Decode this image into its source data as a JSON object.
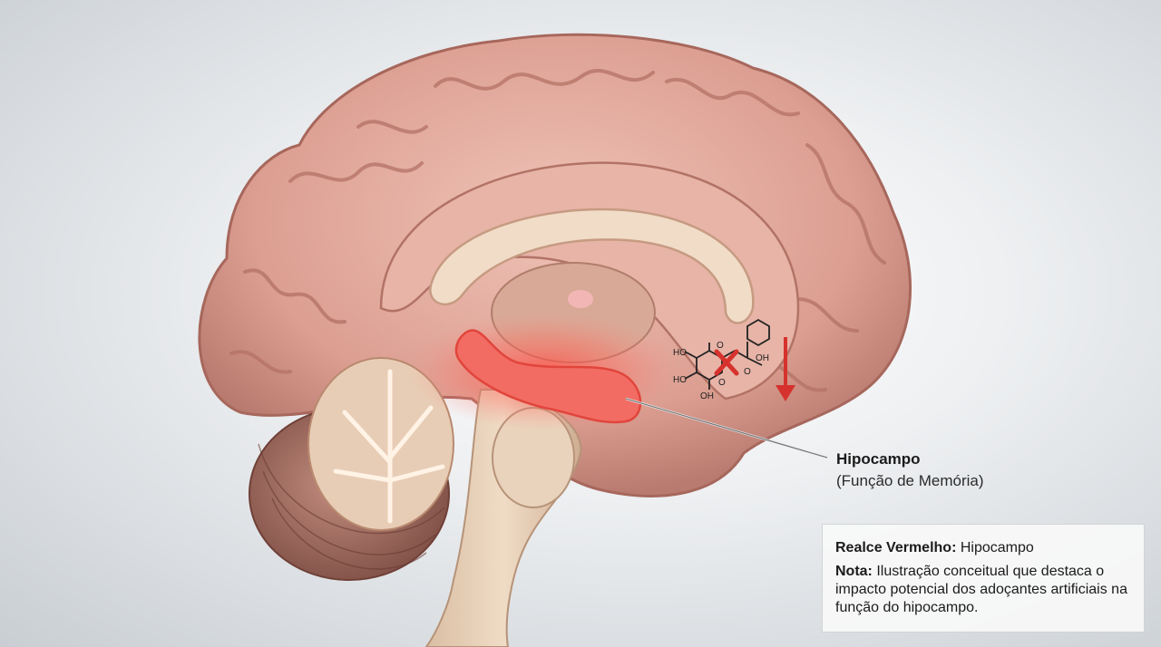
{
  "callout": {
    "title": "Hipocampo",
    "subtitle": "(Função de Memória)"
  },
  "molecule": {
    "labels": [
      "HO",
      "HO",
      "OH",
      "O",
      "O",
      "OH",
      "O"
    ]
  },
  "legend": {
    "highlight_label": "Realce Vermelho:",
    "highlight_value": "Hipocampo",
    "note_label": "Nota:",
    "note_value": "Ilustração conceitual que destaca o impacto potencial dos adoçantes artificiais na função do hipocampo."
  },
  "colors": {
    "cortex": "#e2aa9e",
    "cortex_dark": "#b77a6e",
    "inner": "#f1dcc8",
    "hippocampus_highlight": "#f0625a",
    "arrow": "#d6322d",
    "cross": "#d6322d"
  }
}
